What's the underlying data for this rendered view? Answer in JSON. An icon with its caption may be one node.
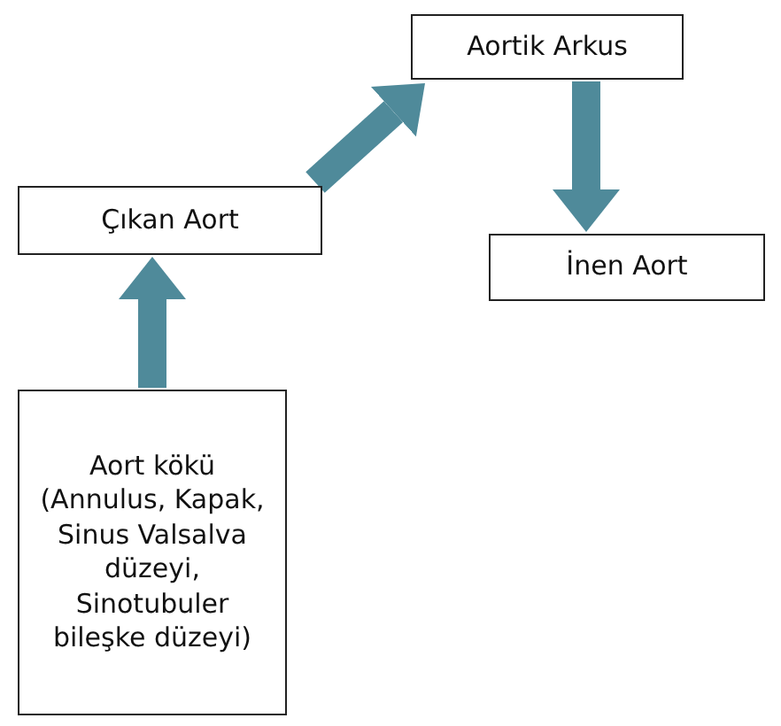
{
  "diagram": {
    "nodes": [
      {
        "text": [
          "Aortik Arkus"
        ]
      },
      {
        "text": [
          "Çıkan Aort"
        ]
      },
      {
        "text": [
          "İnen Aort"
        ]
      },
      {
        "text": [
          "Aort kökü (Annulus, Kapak, Sinus Valsalva düzeyi, Sinotubuler bileşke düzeyi)"
        ]
      }
    ],
    "edges": [
      {
        "from": 3,
        "to": 1,
        "arrow": "to"
      },
      {
        "from": 1,
        "to": 0,
        "arrow": "to"
      },
      {
        "from": 0,
        "to": 2,
        "arrow": "to"
      }
    ]
  }
}
